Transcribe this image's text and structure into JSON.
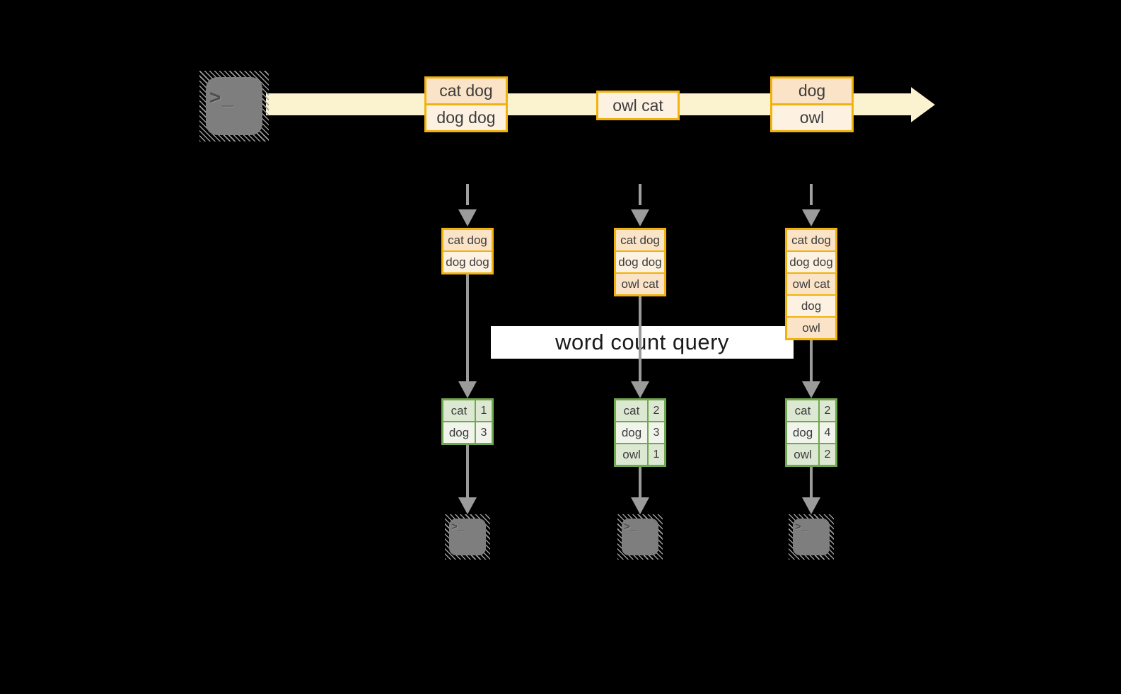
{
  "query": {
    "label": "word count query"
  },
  "icons": {
    "terminal_glyph": ">_"
  },
  "stream": {
    "events": [
      {
        "lines": [
          "cat dog",
          "dog dog"
        ]
      },
      {
        "lines": [
          "owl cat"
        ]
      },
      {
        "lines": [
          "dog",
          "owl"
        ]
      }
    ]
  },
  "columns": [
    {
      "buffer": [
        "cat dog",
        "dog dog"
      ],
      "counts": [
        {
          "word": "cat",
          "count": "1"
        },
        {
          "word": "dog",
          "count": "3"
        }
      ]
    },
    {
      "buffer": [
        "cat dog",
        "dog dog",
        "owl cat"
      ],
      "counts": [
        {
          "word": "cat",
          "count": "2"
        },
        {
          "word": "dog",
          "count": "3"
        },
        {
          "word": "owl",
          "count": "1"
        }
      ]
    },
    {
      "buffer": [
        "cat dog",
        "dog dog",
        "owl cat",
        "dog",
        "owl"
      ],
      "counts": [
        {
          "word": "cat",
          "count": "2"
        },
        {
          "word": "dog",
          "count": "4"
        },
        {
          "word": "owl",
          "count": "2"
        }
      ]
    }
  ],
  "colors": {
    "accent_orange": "#F2B20D",
    "fill_peach_dark": "#FAE3C6",
    "fill_peach_light": "#FDF2E2",
    "stream_band": "#FBF2CF",
    "accent_green": "#70A84F",
    "fill_green_dark": "#DDE8D2",
    "fill_green_light": "#F0F4EB",
    "arrow_gray": "#9B9B9B",
    "terminal_gray": "#7E7E7E",
    "background": "#000000"
  }
}
